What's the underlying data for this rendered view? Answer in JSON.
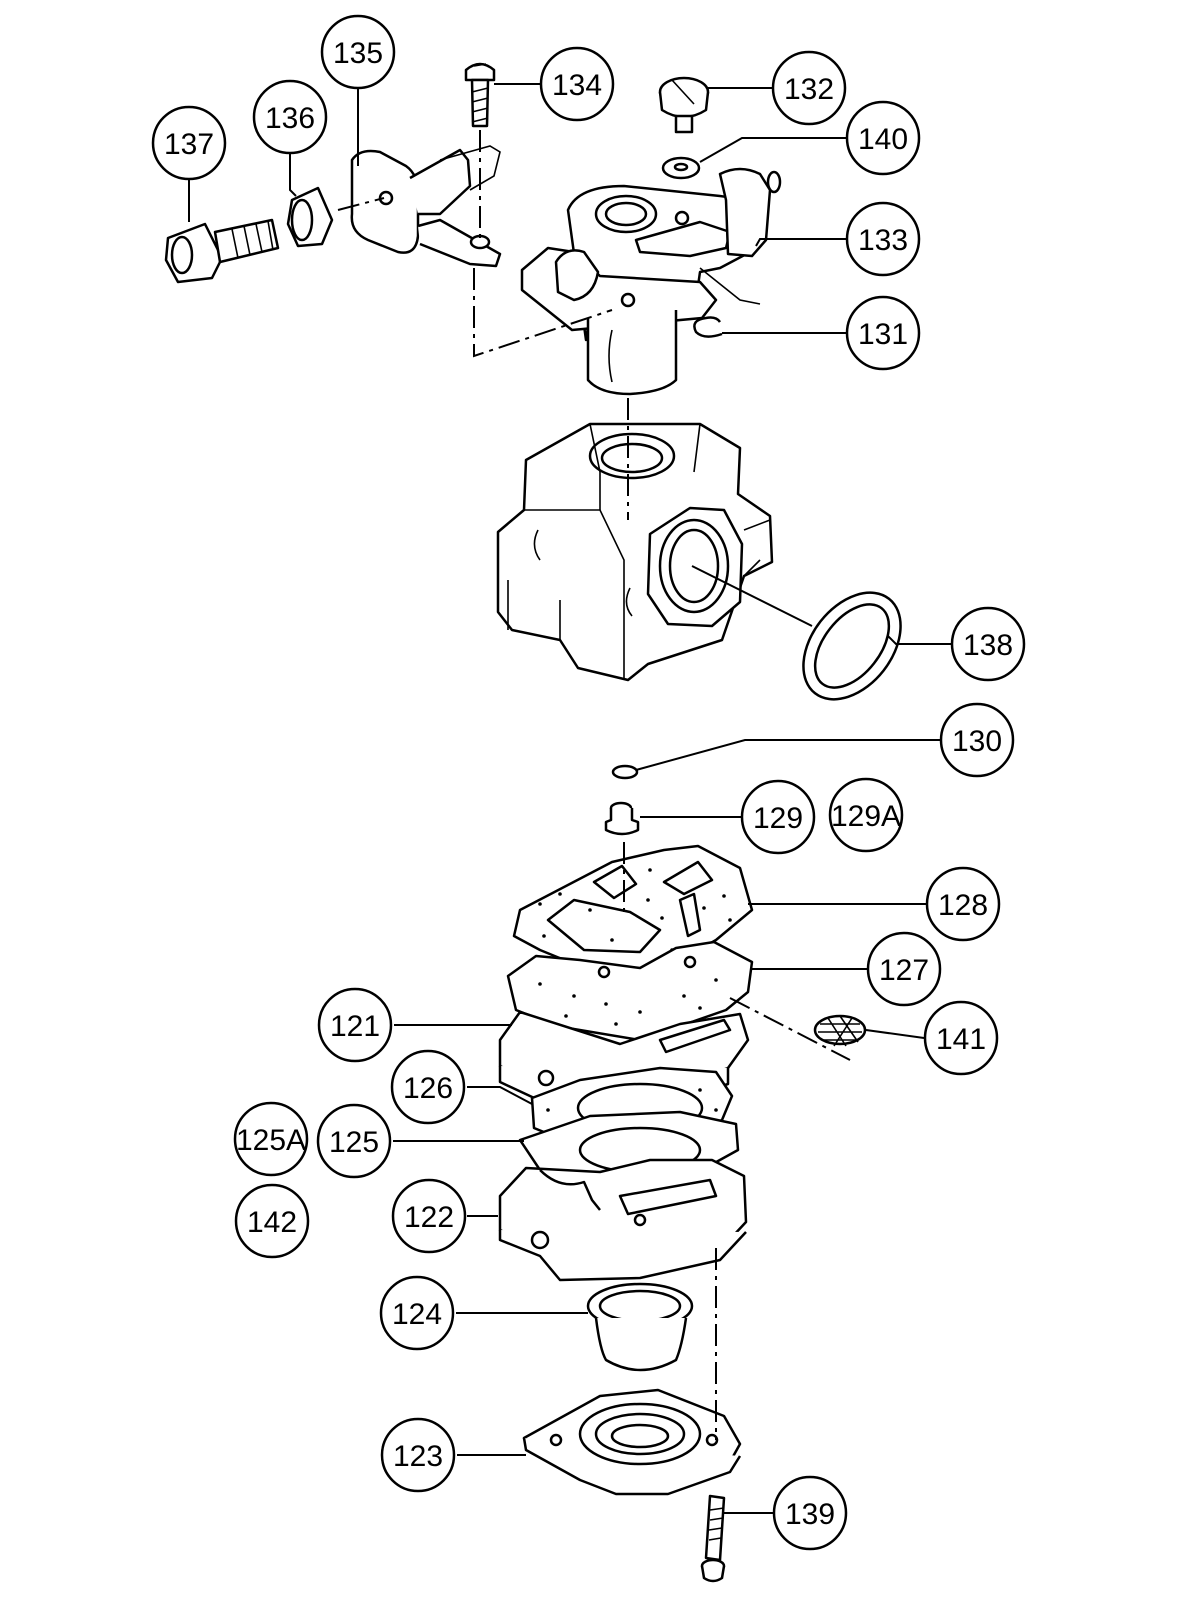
{
  "diagram": {
    "callouts": [
      {
        "id": "p137",
        "label": "137"
      },
      {
        "id": "p136",
        "label": "136"
      },
      {
        "id": "p135",
        "label": "135"
      },
      {
        "id": "p134",
        "label": "134"
      },
      {
        "id": "p132",
        "label": "132"
      },
      {
        "id": "p140",
        "label": "140"
      },
      {
        "id": "p133",
        "label": "133"
      },
      {
        "id": "p131",
        "label": "131"
      },
      {
        "id": "p138",
        "label": "138"
      },
      {
        "id": "p130",
        "label": "130"
      },
      {
        "id": "p129",
        "label": "129"
      },
      {
        "id": "p129a",
        "label": "129A"
      },
      {
        "id": "p128",
        "label": "128"
      },
      {
        "id": "p127",
        "label": "127"
      },
      {
        "id": "p121",
        "label": "121"
      },
      {
        "id": "p141",
        "label": "141"
      },
      {
        "id": "p126",
        "label": "126"
      },
      {
        "id": "p125a",
        "label": "125A"
      },
      {
        "id": "p125",
        "label": "125"
      },
      {
        "id": "p142",
        "label": "142"
      },
      {
        "id": "p122",
        "label": "122"
      },
      {
        "id": "p124",
        "label": "124"
      },
      {
        "id": "p123",
        "label": "123"
      },
      {
        "id": "p139",
        "label": "139"
      }
    ]
  }
}
